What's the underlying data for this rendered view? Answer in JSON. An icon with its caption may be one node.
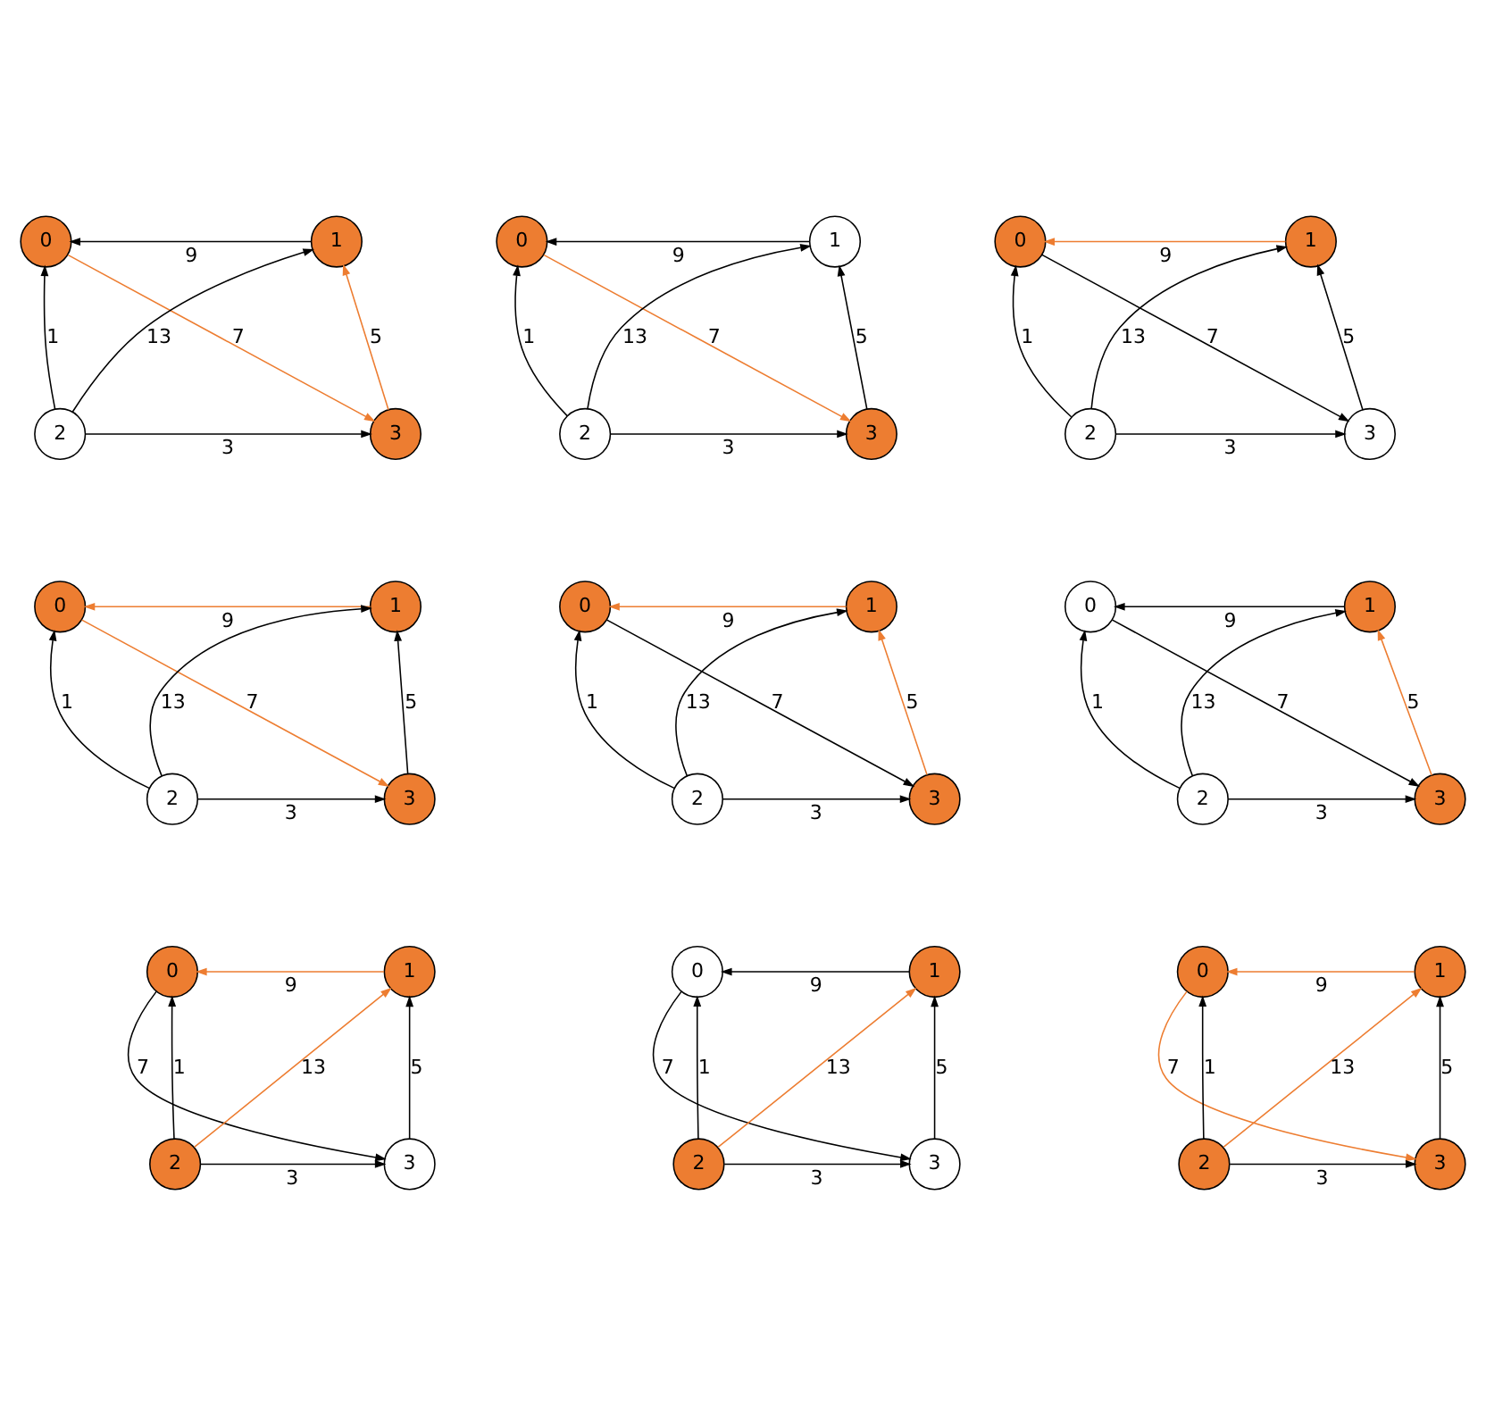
{
  "diagram": {
    "nodes": [
      {
        "text": [
          "0"
        ]
      },
      {
        "text": [
          "1"
        ]
      },
      {
        "text": [
          "2"
        ]
      },
      {
        "text": [
          "3"
        ]
      },
      {
        "text": [
          "0"
        ]
      },
      {
        "text": [
          "1"
        ]
      },
      {
        "text": [
          "2"
        ]
      },
      {
        "text": [
          "3"
        ]
      },
      {
        "text": [
          "0"
        ]
      },
      {
        "text": [
          "1"
        ]
      },
      {
        "text": [
          "2"
        ]
      },
      {
        "text": [
          "3"
        ]
      },
      {
        "text": [
          "0"
        ]
      },
      {
        "text": [
          "1"
        ]
      },
      {
        "text": [
          "2"
        ]
      },
      {
        "text": [
          "3"
        ]
      },
      {
        "text": [
          "0"
        ]
      },
      {
        "text": [
          "1"
        ]
      },
      {
        "text": [
          "2"
        ]
      },
      {
        "text": [
          "3"
        ]
      },
      {
        "text": [
          "0"
        ]
      },
      {
        "text": [
          "1"
        ]
      },
      {
        "text": [
          "2"
        ]
      },
      {
        "text": [
          "3"
        ]
      },
      {
        "text": [
          "0"
        ]
      },
      {
        "text": [
          "1"
        ]
      },
      {
        "text": [
          "2"
        ]
      },
      {
        "text": [
          "3"
        ]
      },
      {
        "text": [
          "0"
        ]
      },
      {
        "text": [
          "1"
        ]
      },
      {
        "text": [
          "2"
        ]
      },
      {
        "text": [
          "3"
        ]
      },
      {
        "text": [
          "0"
        ]
      },
      {
        "text": [
          "1"
        ]
      },
      {
        "text": [
          "2"
        ]
      },
      {
        "text": [
          "3"
        ]
      }
    ],
    "edges": [
      {
        "from": 1,
        "to": 0,
        "arrow": "to",
        "label": "9"
      },
      {
        "from": 2,
        "to": 0,
        "arrow": "to",
        "label": "1"
      },
      {
        "from": 2,
        "to": 1,
        "arrow": "to",
        "label": "13"
      },
      {
        "from": 0,
        "to": 3,
        "arrow": "to",
        "label": "7",
        "color": "#ed7d31"
      },
      {
        "from": 2,
        "to": 3,
        "arrow": "to",
        "label": "3"
      },
      {
        "from": 3,
        "to": 1,
        "arrow": "to",
        "label": "5",
        "color": "#ed7d31"
      },
      {
        "from": 5,
        "to": 4,
        "arrow": "to",
        "label": "9"
      },
      {
        "from": 6,
        "to": 4,
        "arrow": "to",
        "label": "1"
      },
      {
        "from": 6,
        "to": 5,
        "arrow": "to",
        "label": "13"
      },
      {
        "from": 4,
        "to": 7,
        "arrow": "to",
        "label": "7",
        "color": "#ed7d31"
      },
      {
        "from": 6,
        "to": 7,
        "arrow": "to",
        "label": "3"
      },
      {
        "from": 7,
        "to": 5,
        "arrow": "to",
        "label": "5"
      },
      {
        "from": 9,
        "to": 8,
        "arrow": "to",
        "label": "9",
        "color": "#ed7d31"
      },
      {
        "from": 10,
        "to": 8,
        "arrow": "to",
        "label": "1"
      },
      {
        "from": 10,
        "to": 9,
        "arrow": "to",
        "label": "13"
      },
      {
        "from": 8,
        "to": 11,
        "arrow": "to",
        "label": "7"
      },
      {
        "from": 10,
        "to": 11,
        "arrow": "to",
        "label": "3"
      },
      {
        "from": 11,
        "to": 9,
        "arrow": "to",
        "label": "5"
      },
      {
        "from": 13,
        "to": 12,
        "arrow": "to",
        "label": "9",
        "color": "#ed7d31"
      },
      {
        "from": 14,
        "to": 12,
        "arrow": "to",
        "label": "1"
      },
      {
        "from": 14,
        "to": 13,
        "arrow": "to",
        "label": "13"
      },
      {
        "from": 12,
        "to": 15,
        "arrow": "to",
        "label": "7",
        "color": "#ed7d31"
      },
      {
        "from": 14,
        "to": 15,
        "arrow": "to",
        "label": "3"
      },
      {
        "from": 15,
        "to": 13,
        "arrow": "to",
        "label": "5"
      },
      {
        "from": 17,
        "to": 16,
        "arrow": "to",
        "label": "9",
        "color": "#ed7d31"
      },
      {
        "from": 18,
        "to": 16,
        "arrow": "to",
        "label": "1"
      },
      {
        "from": 18,
        "to": 17,
        "arrow": "to",
        "label": "13"
      },
      {
        "from": 16,
        "to": 19,
        "arrow": "to",
        "label": "7"
      },
      {
        "from": 18,
        "to": 19,
        "arrow": "to",
        "label": "3"
      },
      {
        "from": 19,
        "to": 17,
        "arrow": "to",
        "label": "5",
        "color": "#ed7d31"
      },
      {
        "from": 21,
        "to": 20,
        "arrow": "to",
        "label": "9"
      },
      {
        "from": 22,
        "to": 20,
        "arrow": "to",
        "label": "1"
      },
      {
        "from": 22,
        "to": 21,
        "arrow": "to",
        "label": "13"
      },
      {
        "from": 20,
        "to": 23,
        "arrow": "to",
        "label": "7"
      },
      {
        "from": 22,
        "to": 23,
        "arrow": "to",
        "label": "3"
      },
      {
        "from": 23,
        "to": 21,
        "arrow": "to",
        "label": "5",
        "color": "#ed7d31"
      },
      {
        "from": 25,
        "to": 24,
        "arrow": "to",
        "label": "9",
        "color": "#ed7d31"
      },
      {
        "from": 26,
        "to": 24,
        "arrow": "to",
        "label": "1"
      },
      {
        "from": 26,
        "to": 25,
        "arrow": "to",
        "label": "13",
        "color": "#ed7d31"
      },
      {
        "from": 24,
        "to": 27,
        "arrow": "to",
        "label": "7"
      },
      {
        "from": 26,
        "to": 27,
        "arrow": "to",
        "label": "3"
      },
      {
        "from": 27,
        "to": 25,
        "arrow": "to",
        "label": "5"
      },
      {
        "from": 29,
        "to": 28,
        "arrow": "to",
        "label": "9"
      },
      {
        "from": 30,
        "to": 28,
        "arrow": "to",
        "label": "1"
      },
      {
        "from": 30,
        "to": 29,
        "arrow": "to",
        "label": "13",
        "color": "#ed7d31"
      },
      {
        "from": 28,
        "to": 31,
        "arrow": "to",
        "label": "7"
      },
      {
        "from": 30,
        "to": 31,
        "arrow": "to",
        "label": "3"
      },
      {
        "from": 31,
        "to": 29,
        "arrow": "to",
        "label": "5"
      },
      {
        "from": 33,
        "to": 32,
        "arrow": "to",
        "label": "9",
        "color": "#ed7d31"
      },
      {
        "from": 34,
        "to": 32,
        "arrow": "to",
        "label": "1"
      },
      {
        "from": 34,
        "to": 33,
        "arrow": "to",
        "label": "13",
        "color": "#ed7d31"
      },
      {
        "from": 32,
        "to": 35,
        "arrow": "to",
        "label": "7",
        "color": "#ed7d31"
      },
      {
        "from": 34,
        "to": 35,
        "arrow": "to",
        "label": "3"
      },
      {
        "from": 35,
        "to": 33,
        "arrow": "to",
        "label": "5"
      }
    ]
  }
}
